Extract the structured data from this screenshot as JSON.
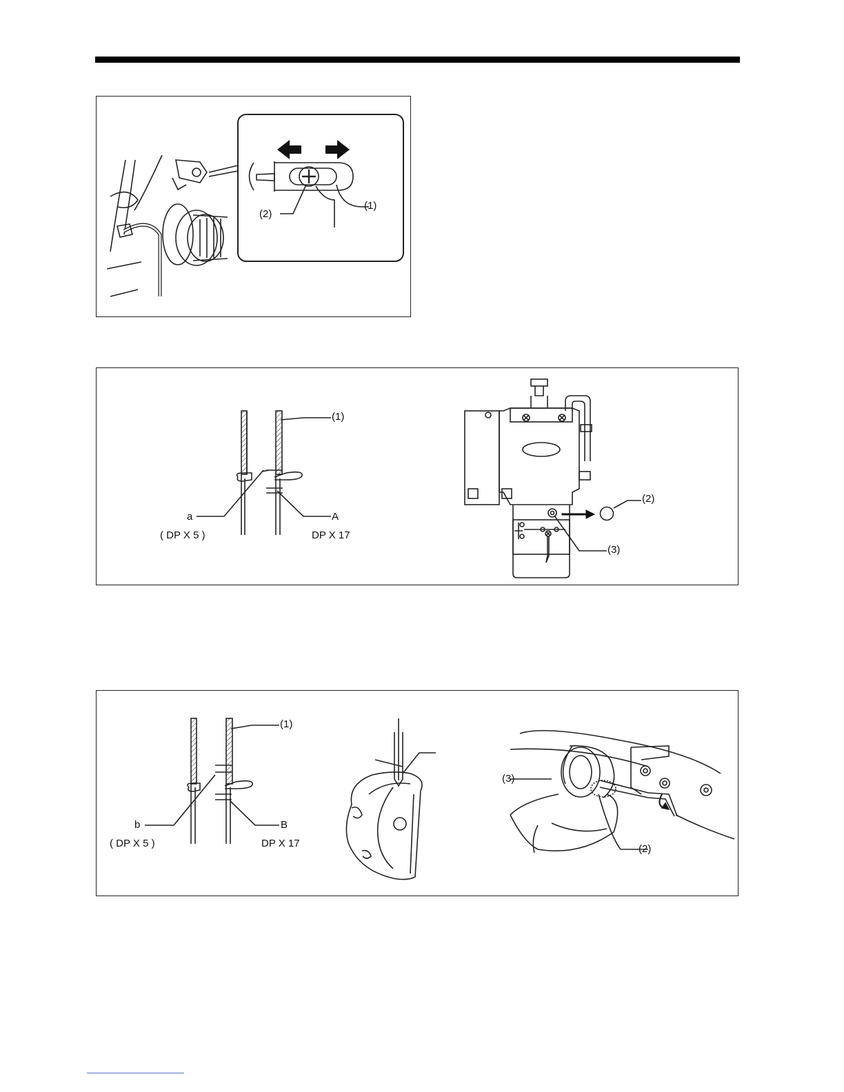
{
  "figure1": {
    "callout_1": "(1)",
    "callout_2": "(2)"
  },
  "figure2": {
    "callout_1": "(1)",
    "callout_2": "(2)",
    "callout_3": "(3)",
    "label_a": "a",
    "label_A": "A",
    "needle_left": "( DP X 5 )",
    "needle_right": "DP X 17"
  },
  "figure3": {
    "callout_1": "(1)",
    "callout_2": "(2)",
    "callout_3": "(3)",
    "label_b": "b",
    "label_B": "B",
    "needle_left": "( DP X 5 )",
    "needle_right": "DP X 17"
  },
  "colors": {
    "rule": "#000000",
    "footer_link_line": "#5b72c9"
  }
}
